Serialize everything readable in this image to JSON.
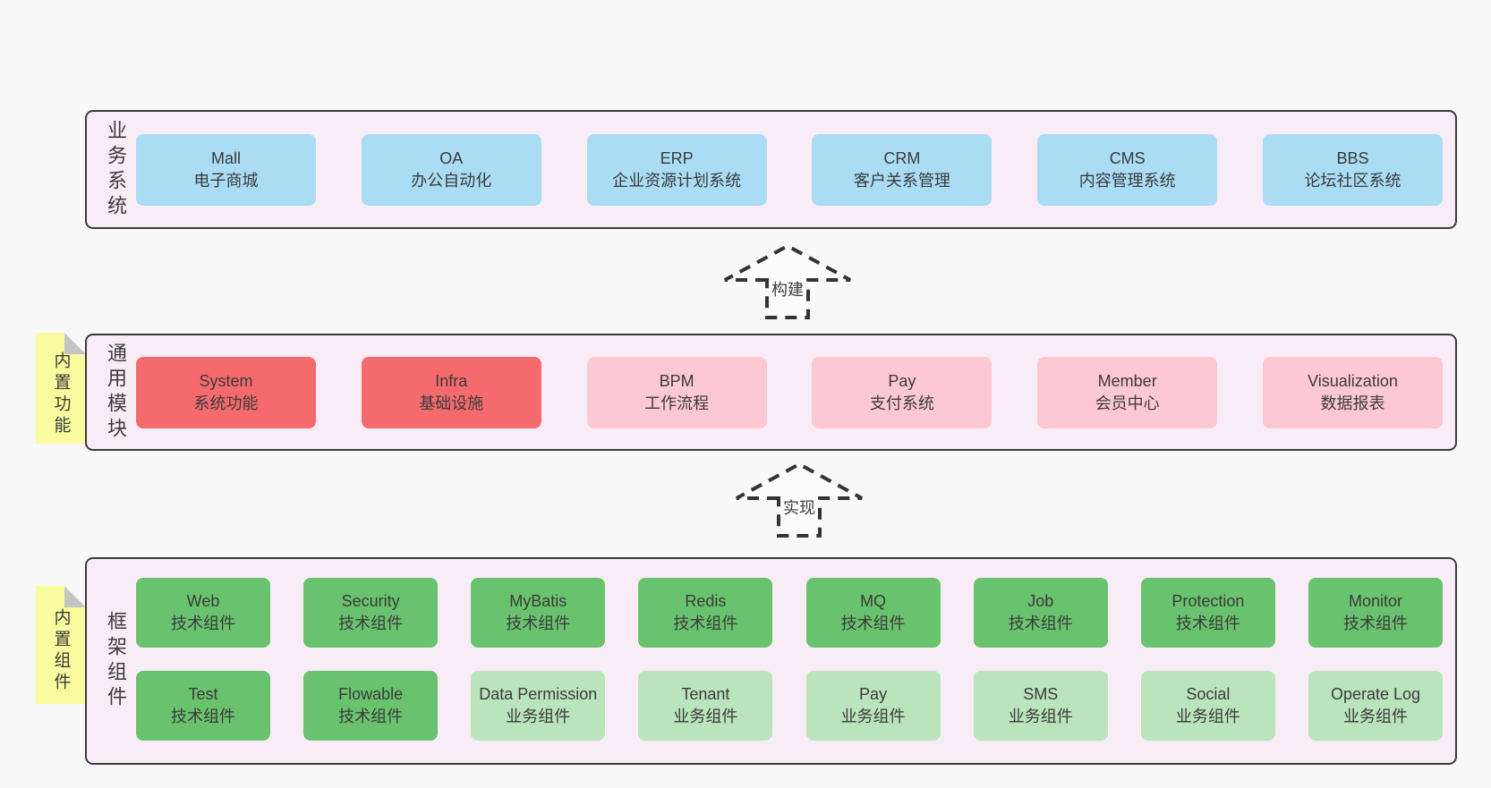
{
  "colors": {
    "page_bg": "#f8f8f8",
    "container_bg": "#f8edf6",
    "container_border": "#3b3b3b",
    "blue": "#aadcf4",
    "red": "#f56a6c",
    "pink": "#fcc8d2",
    "green": "#69c26e",
    "light_green": "#b9e4bc",
    "yellow": "#fafa9e",
    "fold_gray": "#c4c4c4",
    "text": "#3b3b3b"
  },
  "arrows": [
    {
      "label": "构建"
    },
    {
      "label": "实现"
    }
  ],
  "layers": [
    {
      "side_label": "业务系统",
      "boxes": [
        {
          "title": "Mall",
          "subtitle": "电子商城"
        },
        {
          "title": "OA",
          "subtitle": "办公自动化"
        },
        {
          "title": "ERP",
          "subtitle": "企业资源计划系统"
        },
        {
          "title": "CRM",
          "subtitle": "客户关系管理"
        },
        {
          "title": "CMS",
          "subtitle": "内容管理系统"
        },
        {
          "title": "BBS",
          "subtitle": "论坛社区系统"
        }
      ]
    },
    {
      "side_label": "通用模块",
      "sticky_label": "内置功能",
      "boxes": [
        {
          "title": "System",
          "subtitle": "系统功能",
          "variant": "red"
        },
        {
          "title": "Infra",
          "subtitle": "基础设施",
          "variant": "red"
        },
        {
          "title": "BPM",
          "subtitle": "工作流程",
          "variant": "pink"
        },
        {
          "title": "Pay",
          "subtitle": "支付系统",
          "variant": "pink"
        },
        {
          "title": "Member",
          "subtitle": "会员中心",
          "variant": "pink"
        },
        {
          "title": "Visualization",
          "subtitle": "数据报表",
          "variant": "pink"
        }
      ]
    },
    {
      "side_label": "框架组件",
      "sticky_label": "内置组件",
      "rows": [
        [
          {
            "title": "Web",
            "subtitle": "技术组件",
            "variant": "green"
          },
          {
            "title": "Security",
            "subtitle": "技术组件",
            "variant": "green"
          },
          {
            "title": "MyBatis",
            "subtitle": "技术组件",
            "variant": "green"
          },
          {
            "title": "Redis",
            "subtitle": "技术组件",
            "variant": "green"
          },
          {
            "title": "MQ",
            "subtitle": "技术组件",
            "variant": "green"
          },
          {
            "title": "Job",
            "subtitle": "技术组件",
            "variant": "green"
          },
          {
            "title": "Protection",
            "subtitle": "技术组件",
            "variant": "green"
          },
          {
            "title": "Monitor",
            "subtitle": "技术组件",
            "variant": "green"
          }
        ],
        [
          {
            "title": "Test",
            "subtitle": "技术组件",
            "variant": "green"
          },
          {
            "title": "Flowable",
            "subtitle": "技术组件",
            "variant": "green"
          },
          {
            "title": "Data Permission",
            "subtitle": "业务组件",
            "variant": "light_green"
          },
          {
            "title": "Tenant",
            "subtitle": "业务组件",
            "variant": "light_green"
          },
          {
            "title": "Pay",
            "subtitle": "业务组件",
            "variant": "light_green"
          },
          {
            "title": "SMS",
            "subtitle": "业务组件",
            "variant": "light_green"
          },
          {
            "title": "Social",
            "subtitle": "业务组件",
            "variant": "light_green"
          },
          {
            "title": "Operate Log",
            "subtitle": "业务组件",
            "variant": "light_green"
          }
        ]
      ]
    }
  ]
}
